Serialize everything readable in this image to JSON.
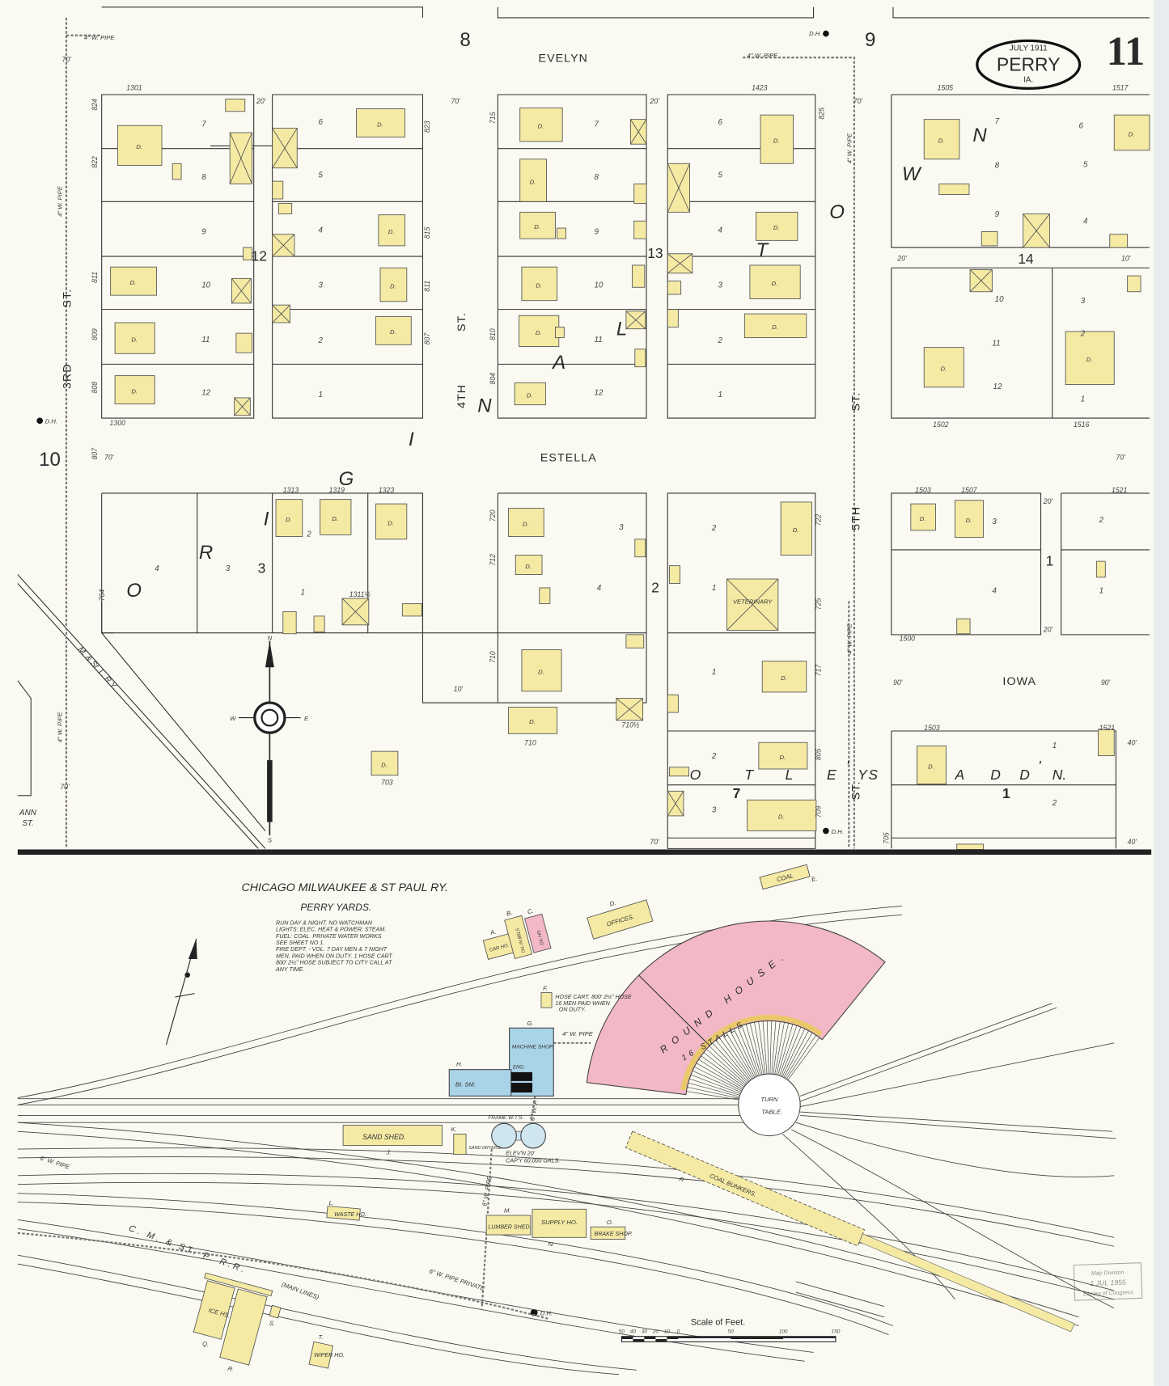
{
  "cartouche": {
    "date": "JULY 1911",
    "city": "PERRY",
    "state": "IA."
  },
  "sheet_number": "11",
  "adjacent_sheets": {
    "top_left": "8",
    "top_right": "9",
    "left": "10"
  },
  "streets": {
    "evelyn": "EVELYN",
    "estella": "ESTELLA",
    "iowa": "IOWA",
    "third_a": "3RD",
    "third_b": "ST.",
    "fourth_a": "4TH",
    "fourth_b": "ST.",
    "fifth_a": "5TH",
    "fifth_b": "ST.",
    "fifth_c": "ST.",
    "ann": "ANN",
    "ann_st": "ST."
  },
  "block_numbers": {
    "b12": "12",
    "b13": "13",
    "b14": "14",
    "b3": "3",
    "b2": "2",
    "b1": "1",
    "b7": "7",
    "otley1": "1"
  },
  "original_town_letters": [
    "O",
    "R",
    "I",
    "G",
    "I",
    "N",
    "A",
    "L",
    "T",
    "O",
    "W",
    "N"
  ],
  "otleys_addn_letters": [
    "O",
    "T",
    "L",
    "E",
    "Y",
    "'",
    "S",
    "A",
    "D",
    "D",
    "'",
    "N."
  ],
  "lots": {
    "b12_left": [
      "7",
      "8",
      "9",
      "10",
      "11",
      "12"
    ],
    "b12_right": [
      "6",
      "5",
      "4",
      "3",
      "2",
      "1"
    ],
    "b13_left": [
      "7",
      "8",
      "9",
      "10",
      "11",
      "12"
    ],
    "b13_right": [
      "6",
      "5",
      "4",
      "3",
      "2",
      "1"
    ],
    "b14": [
      "7",
      "6",
      "8",
      "5",
      "9",
      "4",
      "10",
      "3",
      "11",
      "2",
      "12",
      "1"
    ],
    "b3": [
      "4",
      "3",
      "2",
      "1"
    ],
    "b2": [
      "3",
      "4",
      "2",
      "1",
      "1",
      "2",
      "3"
    ],
    "b1": [
      "3",
      "4",
      "2",
      "1"
    ],
    "otley": [
      "1",
      "2"
    ]
  },
  "house_numbers": [
    "1301",
    "1423",
    "1505",
    "1517",
    "1300",
    "1502",
    "1516",
    "1313",
    "1319",
    "1323",
    "1503",
    "1507",
    "1521",
    "1500",
    "1503",
    "1521",
    "710",
    "703",
    "710½",
    "1311½",
    "824",
    "822",
    "811",
    "809",
    "808",
    "807",
    "825",
    "823",
    "815",
    "811",
    "807",
    "804",
    "810",
    "805",
    "709",
    "705",
    "704",
    "710",
    "712",
    "720",
    "722",
    "725",
    "717",
    "715"
  ],
  "building_label": "D.",
  "veterinary": "VETERINARY",
  "pipes": {
    "p1": "4\" W. PIPE",
    "p2": "4\" W. PIPE",
    "p3": "4\" W. PIPE",
    "p4": "4\" W. PIPE",
    "p5": "4\" W. PIPE",
    "p6": "4\" W. PIPE",
    "p7": "4\" W. PIPE",
    "p8": "6\" W. PIPE",
    "p9": "6\" W. PIPE PRIVATE",
    "p10": "6\" W. PIPE",
    "p11": "8\" W. P."
  },
  "hydrant_label": "D.H.",
  "widths": [
    "70'",
    "20'",
    "70'",
    "20'",
    "70'",
    "10'",
    "20'",
    "70'",
    "90'",
    "90'",
    "40'",
    "40'",
    "20'",
    "20'",
    "70'",
    "10'",
    "70'",
    "70'"
  ],
  "rail_labels": {
    "m_st_l": "M. & St. L. R.Y.",
    "cmstp": "C. M. & ST. P. R.R.",
    "main_lines": "(MAIN LINES)"
  },
  "yard": {
    "title": "CHICAGO MILWAUKEE & ST PAUL RY.",
    "subtitle": "PERRY YARDS.",
    "notes": [
      "RUN DAY & NIGHT. NO WATCHMAN",
      "LIGHTS: ELEC. HEAT & POWER: STEAM.",
      "FUEL: COAL. PRIVATE WATER WORKS",
      "SEE SHEET NO 1.",
      "FIRE DEPT. - VOL. 7 DAY MEN & 7 NIGHT",
      "MEN, PAID WHEN ON DUTY. 1 HOSE CART",
      "800' 2½\" HOSE SUBJECT TO CITY CALL AT",
      "ANY TIME."
    ],
    "buildings": {
      "a_letter": "A.",
      "a_label": "CAR HO.",
      "b_letter": "B.",
      "b_label": "OIL IN BBLS.",
      "c_letter": "C.",
      "c_label": "OIL HO.",
      "d_letter": "D.",
      "d_label": "OFFICES.",
      "e_letter": "E.",
      "e_label": "COAL",
      "f_letter": "F.",
      "f_label_1": "HOSE CART. 800' 2½\" HOSE",
      "f_label_2": "16 MEN PAID WHEN",
      "f_label_3": "ON DUTY.",
      "g_letter": "G.",
      "g_label": "MACHINE SHOP.",
      "eng": "ENG.",
      "h_letter": "H.",
      "h_label": "BI. SM.",
      "roundhouse": "ROUND HOUSE.",
      "stalls": "16 STALLS.",
      "turntable_1": "TURN",
      "turntable_2": "TABLE.",
      "wt_label": "FRAME W.T'S.",
      "wt_elev": "ELEV'N 20'",
      "wt_cap": "CAP'Y 60,000 GALS.",
      "sand_shed": "SAND SHED.",
      "j_letter": "J.",
      "k_letter": "K.",
      "sand_dryers": "SAND DRYERS.",
      "l_letter": "L.",
      "waste_ho": "WASTE HO.",
      "m_letter": "M.",
      "lumber_shed": "LUMBER SHED.",
      "n_letter": "N.",
      "supply_ho": "SUPPLY HO.",
      "o_letter": "O.",
      "brake_shop": "BRAKE SHOP.",
      "p_letter": "P.",
      "coal_bunkers": "COAL BUNKERS.",
      "q_letter": "Q.",
      "r_letter": "R.",
      "ice_hs": "ICE HS.",
      "s_letter": "S.",
      "t_letter": "T.",
      "wiper_ho": "WIPER HO."
    }
  },
  "scale": {
    "title": "Scale of Feet.",
    "ticks": [
      "50",
      "40",
      "30",
      "20",
      "10",
      "0",
      "50",
      "100",
      "150"
    ]
  },
  "compass": {
    "n": "N",
    "s": "S",
    "e": "E",
    "w": "W"
  },
  "stamp": {
    "line1": "Map Division",
    "line2": "1 JUL 1955",
    "line3": "Library of Congress"
  },
  "colors": {
    "frame_brick": "#f4eaa4",
    "brick": "#f2b8c6",
    "stone_iron": "#a9d3e6",
    "paper": "#fbfaf2"
  }
}
